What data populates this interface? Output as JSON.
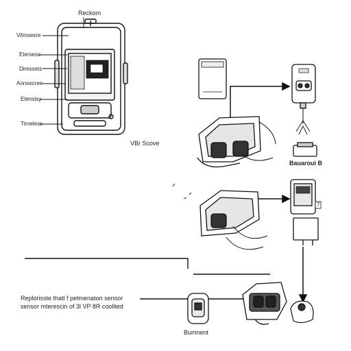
{
  "device": {
    "title": "Reckom",
    "callouts": [
      "Vitmsesre",
      "Etersess",
      "Diressets",
      "Aonsecree",
      "Etensisy",
      "Tirneless"
    ]
  },
  "labels": {
    "vr_scene": "VBr Scove",
    "board": "Bauaroui B",
    "caption_line1": "Replorisste thatl f petmenaton sensor",
    "caption_line2": "sensor mterescin of 3l VP 8R coolited",
    "bottom_device": "Bumnent",
    "small_tag": "7"
  },
  "colors": {
    "line": "#111111",
    "fill": "#ffffff",
    "shade": "#9a9a9a",
    "dark": "#333333"
  }
}
